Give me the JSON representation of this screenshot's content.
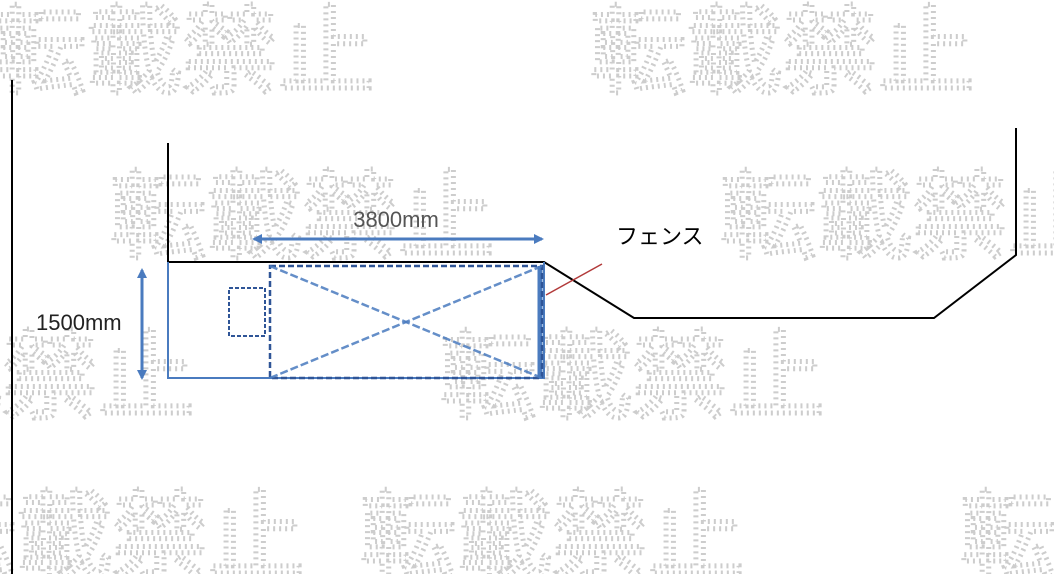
{
  "diagram": {
    "width_label": "3800mm",
    "depth_label": "1500mm",
    "fence_label": "フェンス"
  },
  "watermark": {
    "text": "転載禁止"
  },
  "colors": {
    "outline": "#000000",
    "parking": "#4a7bbf",
    "dashed_box": "#2f5597",
    "dimension_arrow": "#4a7bbf",
    "fence_marker": "#b23a3a",
    "watermark": "#c8c8c8",
    "background": "#ffffff"
  }
}
